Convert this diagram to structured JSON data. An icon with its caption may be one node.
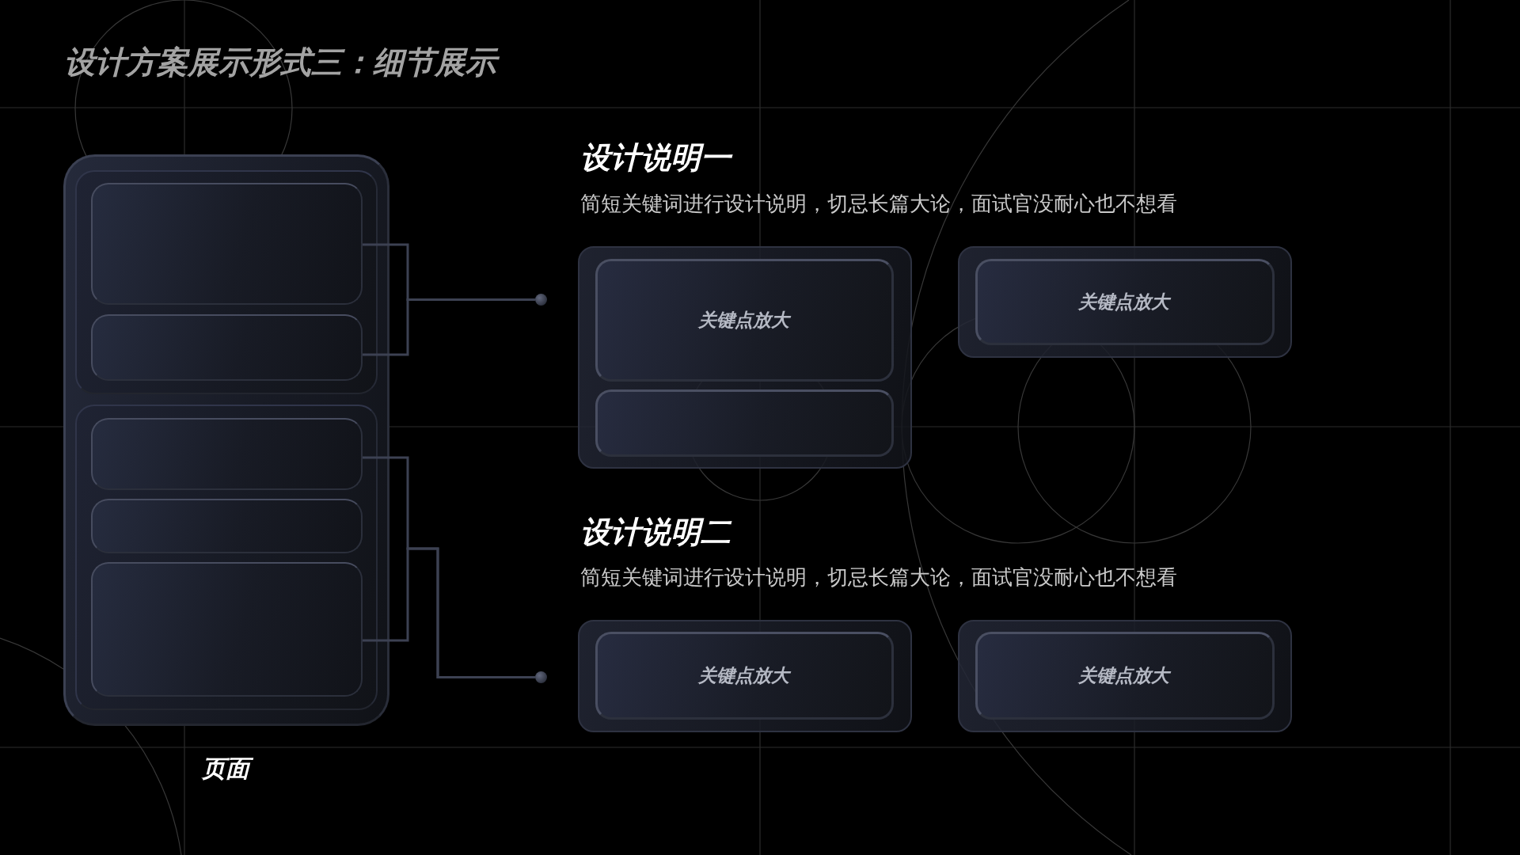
{
  "diagram": {
    "title": "设计方案展示形式三：细节展示",
    "nodes": [
      {
        "text": [],
        "shape": "box",
        "beside": [
          "页面"
        ]
      },
      {
        "text": [],
        "shape": "box",
        "in": 0
      },
      {
        "text": [],
        "shape": "box",
        "in": 1
      },
      {
        "text": [],
        "shape": "box",
        "in": 1
      },
      {
        "text": [],
        "shape": "box",
        "in": 0
      },
      {
        "text": [],
        "shape": "box",
        "in": 4
      },
      {
        "text": [],
        "shape": "box",
        "in": 4
      },
      {
        "text": [],
        "shape": "box",
        "in": 4
      },
      {
        "text": [],
        "shape": "circle"
      },
      {
        "text": [],
        "shape": "box"
      },
      {
        "text": [
          "关键点放大"
        ],
        "in": 9
      },
      {
        "text": [],
        "shape": "box",
        "in": 9
      },
      {
        "text": [],
        "shape": "box"
      },
      {
        "text": [
          "关键点放大"
        ],
        "in": 12
      },
      {
        "text": [],
        "shape": "circle"
      },
      {
        "text": [],
        "shape": "box"
      },
      {
        "text": [
          "关键点放大"
        ],
        "in": 15
      },
      {
        "text": [],
        "shape": "box"
      },
      {
        "text": [
          "关键点放大"
        ],
        "in": 17
      }
    ],
    "edges": [
      {
        "from": 2,
        "to": 8,
        "arrow": "none"
      },
      {
        "from": 3,
        "to": 8,
        "arrow": "none"
      },
      {
        "from": 5,
        "to": 14,
        "arrow": "none"
      },
      {
        "from": 7,
        "to": 14,
        "arrow": "none"
      }
    ],
    "labels": [
      "设计说明一",
      "简短关键词进行设计说明，切忌长篇大论，面试官没耐心也不想看",
      "设计说明二",
      "简短关键词进行设计说明，切忌长篇大论，面试官没耐心也不想看"
    ]
  }
}
